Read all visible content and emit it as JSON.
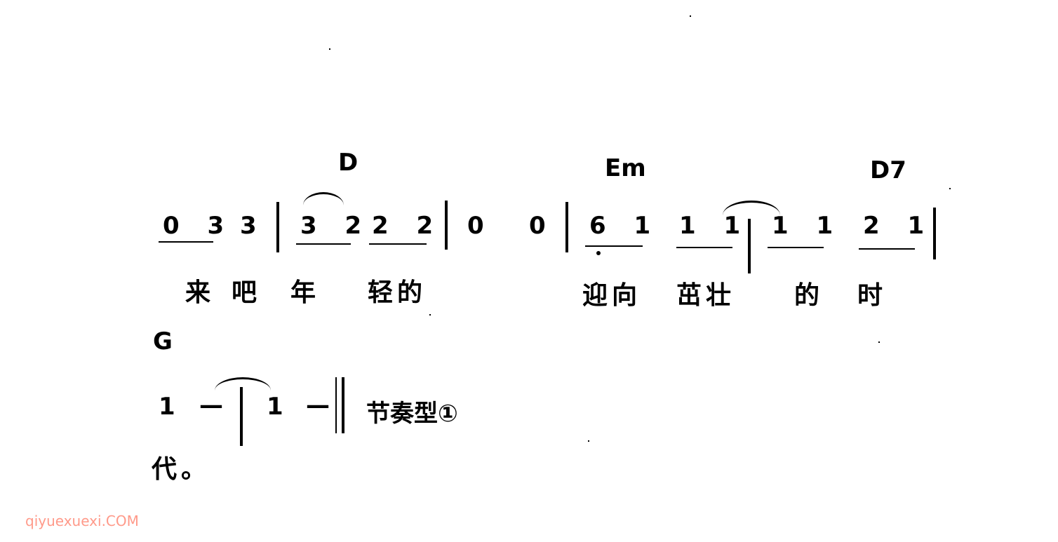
{
  "score": {
    "chords": [
      "D",
      "Em",
      "D7",
      "G"
    ],
    "line1_notes": [
      "0 3",
      "3",
      "3 2",
      "2 2",
      "0",
      "0",
      "6 1",
      "1 1",
      "1 1",
      "2 1"
    ],
    "line1_lyrics": [
      "来",
      "吧",
      "年",
      "轻的",
      "迎向",
      "茁壮",
      "的",
      "时"
    ],
    "line2_notes": [
      "1",
      "—",
      "1",
      "—"
    ],
    "rhythm_label": "节奏型①",
    "line2_lyric": "代。"
  },
  "watermark": "qiyuexuexi.COM"
}
